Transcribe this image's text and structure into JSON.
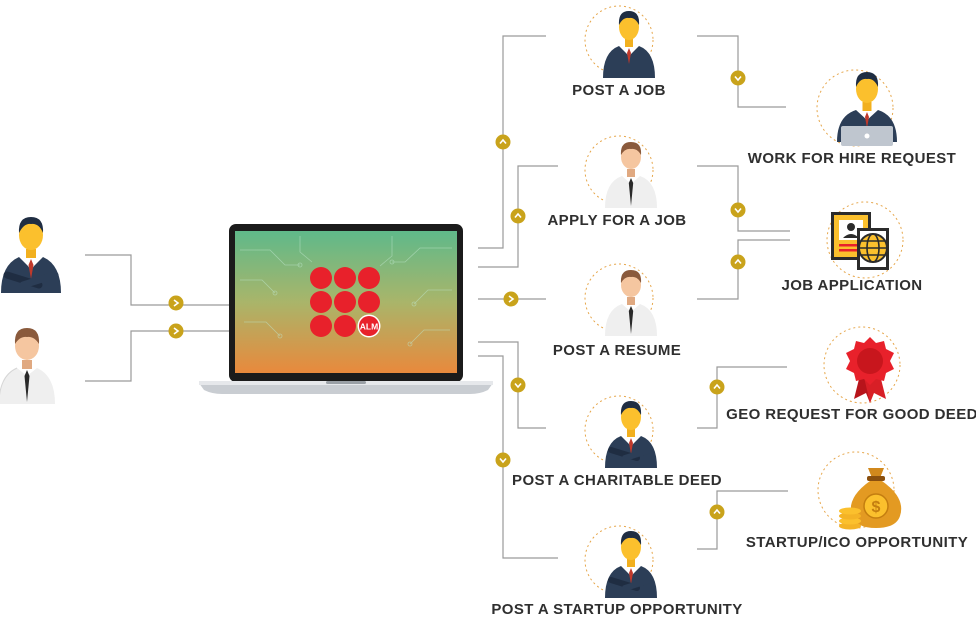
{
  "colors": {
    "connector": "#9a9a9a",
    "arrow_badge": "#c9a31b",
    "label": "#2f2f2f",
    "suit": "#2c3e57",
    "tie": "#c0392b",
    "skin": "#fbc02d",
    "logo_dot": "#e8212b",
    "screen_top": "#5fb98a",
    "screen_bottom": "#e9893c",
    "ring": "#e6a64a"
  },
  "platform": {
    "logo_text": "ALM",
    "logo_icon": "nine-dot-logo-icon",
    "device_icon": "laptop-icon"
  },
  "users": [
    {
      "icon": "businessman-icon"
    },
    {
      "icon": "employee-icon"
    }
  ],
  "nodes": [
    {
      "id": "post-job",
      "label": "POST A JOB",
      "icon": "businessman-icon"
    },
    {
      "id": "apply-job",
      "label": "APPLY FOR A JOB",
      "icon": "employee-icon"
    },
    {
      "id": "post-resume",
      "label": "POST A RESUME",
      "icon": "employee-icon"
    },
    {
      "id": "charitable-deed",
      "label": "POST A CHARITABLE DEED",
      "icon": "businessman-icon"
    },
    {
      "id": "startup-opportunity",
      "label": "POST A STARTUP OPPORTUNITY",
      "icon": "businessman-icon"
    },
    {
      "id": "work-for-hire",
      "label": "WORK FOR HIRE REQUEST",
      "icon": "businessman-laptop-icon"
    },
    {
      "id": "job-application",
      "label": "JOB APPLICATION",
      "icon": "documents-globe-icon"
    },
    {
      "id": "geo-request",
      "label": "GEO REQUEST FOR GOOD DEED",
      "icon": "award-seal-icon"
    },
    {
      "id": "startup-ico",
      "label": "STARTUP/ICO OPPORTUNITY",
      "icon": "money-bag-icon"
    }
  ]
}
